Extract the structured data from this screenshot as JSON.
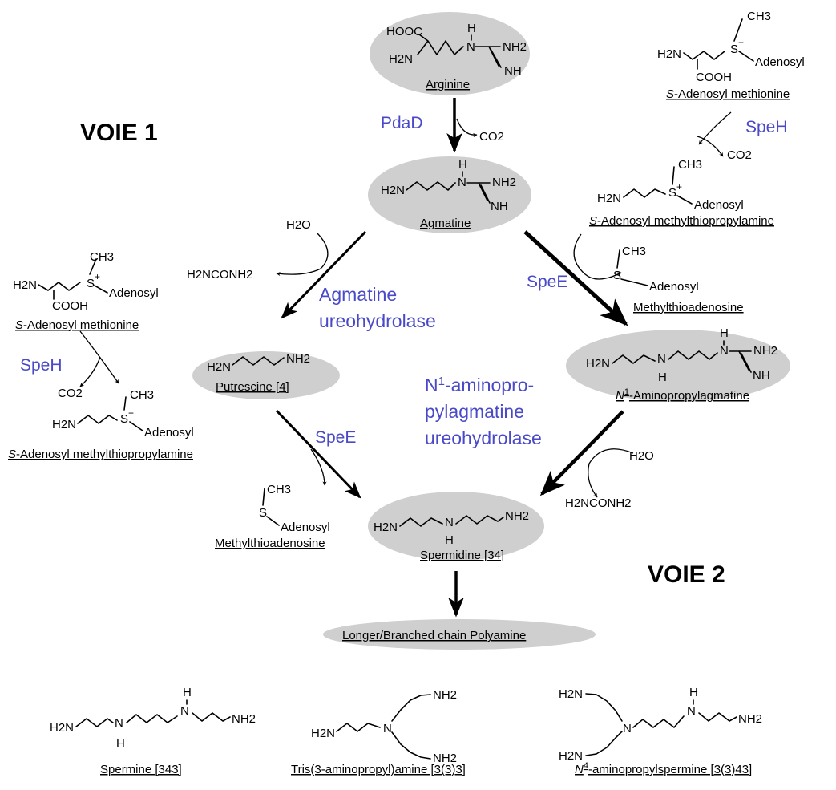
{
  "routes": {
    "voie1": "VOIE 1",
    "voie2": "VOIE 2"
  },
  "compounds": {
    "arginine": "Arginine",
    "agmatine": "Agmatine",
    "putrescine": "Putrescine [4]",
    "aminopropylagmatine_prefix": "N",
    "aminopropylagmatine_sup": "1",
    "aminopropylagmatine_rest": "-Aminopropylagmatine",
    "spermidine": "Spermidine [34]",
    "longer_chain": "Longer/Branched chain Polyamine",
    "spermine": "Spermine [343]",
    "tris": "Tris(3-aminopropyl)amine [3(3)3]",
    "n4_prefix": "N",
    "n4_sup": "4",
    "n4_rest": "-aminopropylspermine [3(3)43]",
    "sam_prefix": "S",
    "sam_rest": "-Adenosyl methionine",
    "dcsam_prefix": "S",
    "dcsam_rest": "-Adenosyl methylthiopropylamine",
    "mta": "Methylthioadenosine"
  },
  "enzymes": {
    "pdad": "PdaD",
    "speh": "SpeH",
    "spee": "SpeE",
    "agmatine_ureohydrolase_1": "Agmatine",
    "agmatine_ureohydrolase_2": "ureohydrolase",
    "n1_line1_prefix": "N",
    "n1_line1_sup": "1",
    "n1_line1_rest": "-aminopro-",
    "n1_line2": "pylagmatine",
    "n1_line3": "ureohydrolase"
  },
  "small_molecules": {
    "co2": "CO2",
    "h2o": "H2O",
    "urea": "H2NCONH2"
  },
  "atoms": {
    "hooc": "HOOC",
    "h2n": "H2N",
    "nh2": "NH2",
    "nh": "NH",
    "n": "N",
    "h": "H",
    "s": "S",
    "splus": "+",
    "ch3": "CH3",
    "cooh": "COOH",
    "adenosyl": "Adenosyl"
  },
  "colors": {
    "enzyme": "#4a4ac8",
    "ellipse": "#cfcfcf",
    "text": "#000000"
  }
}
